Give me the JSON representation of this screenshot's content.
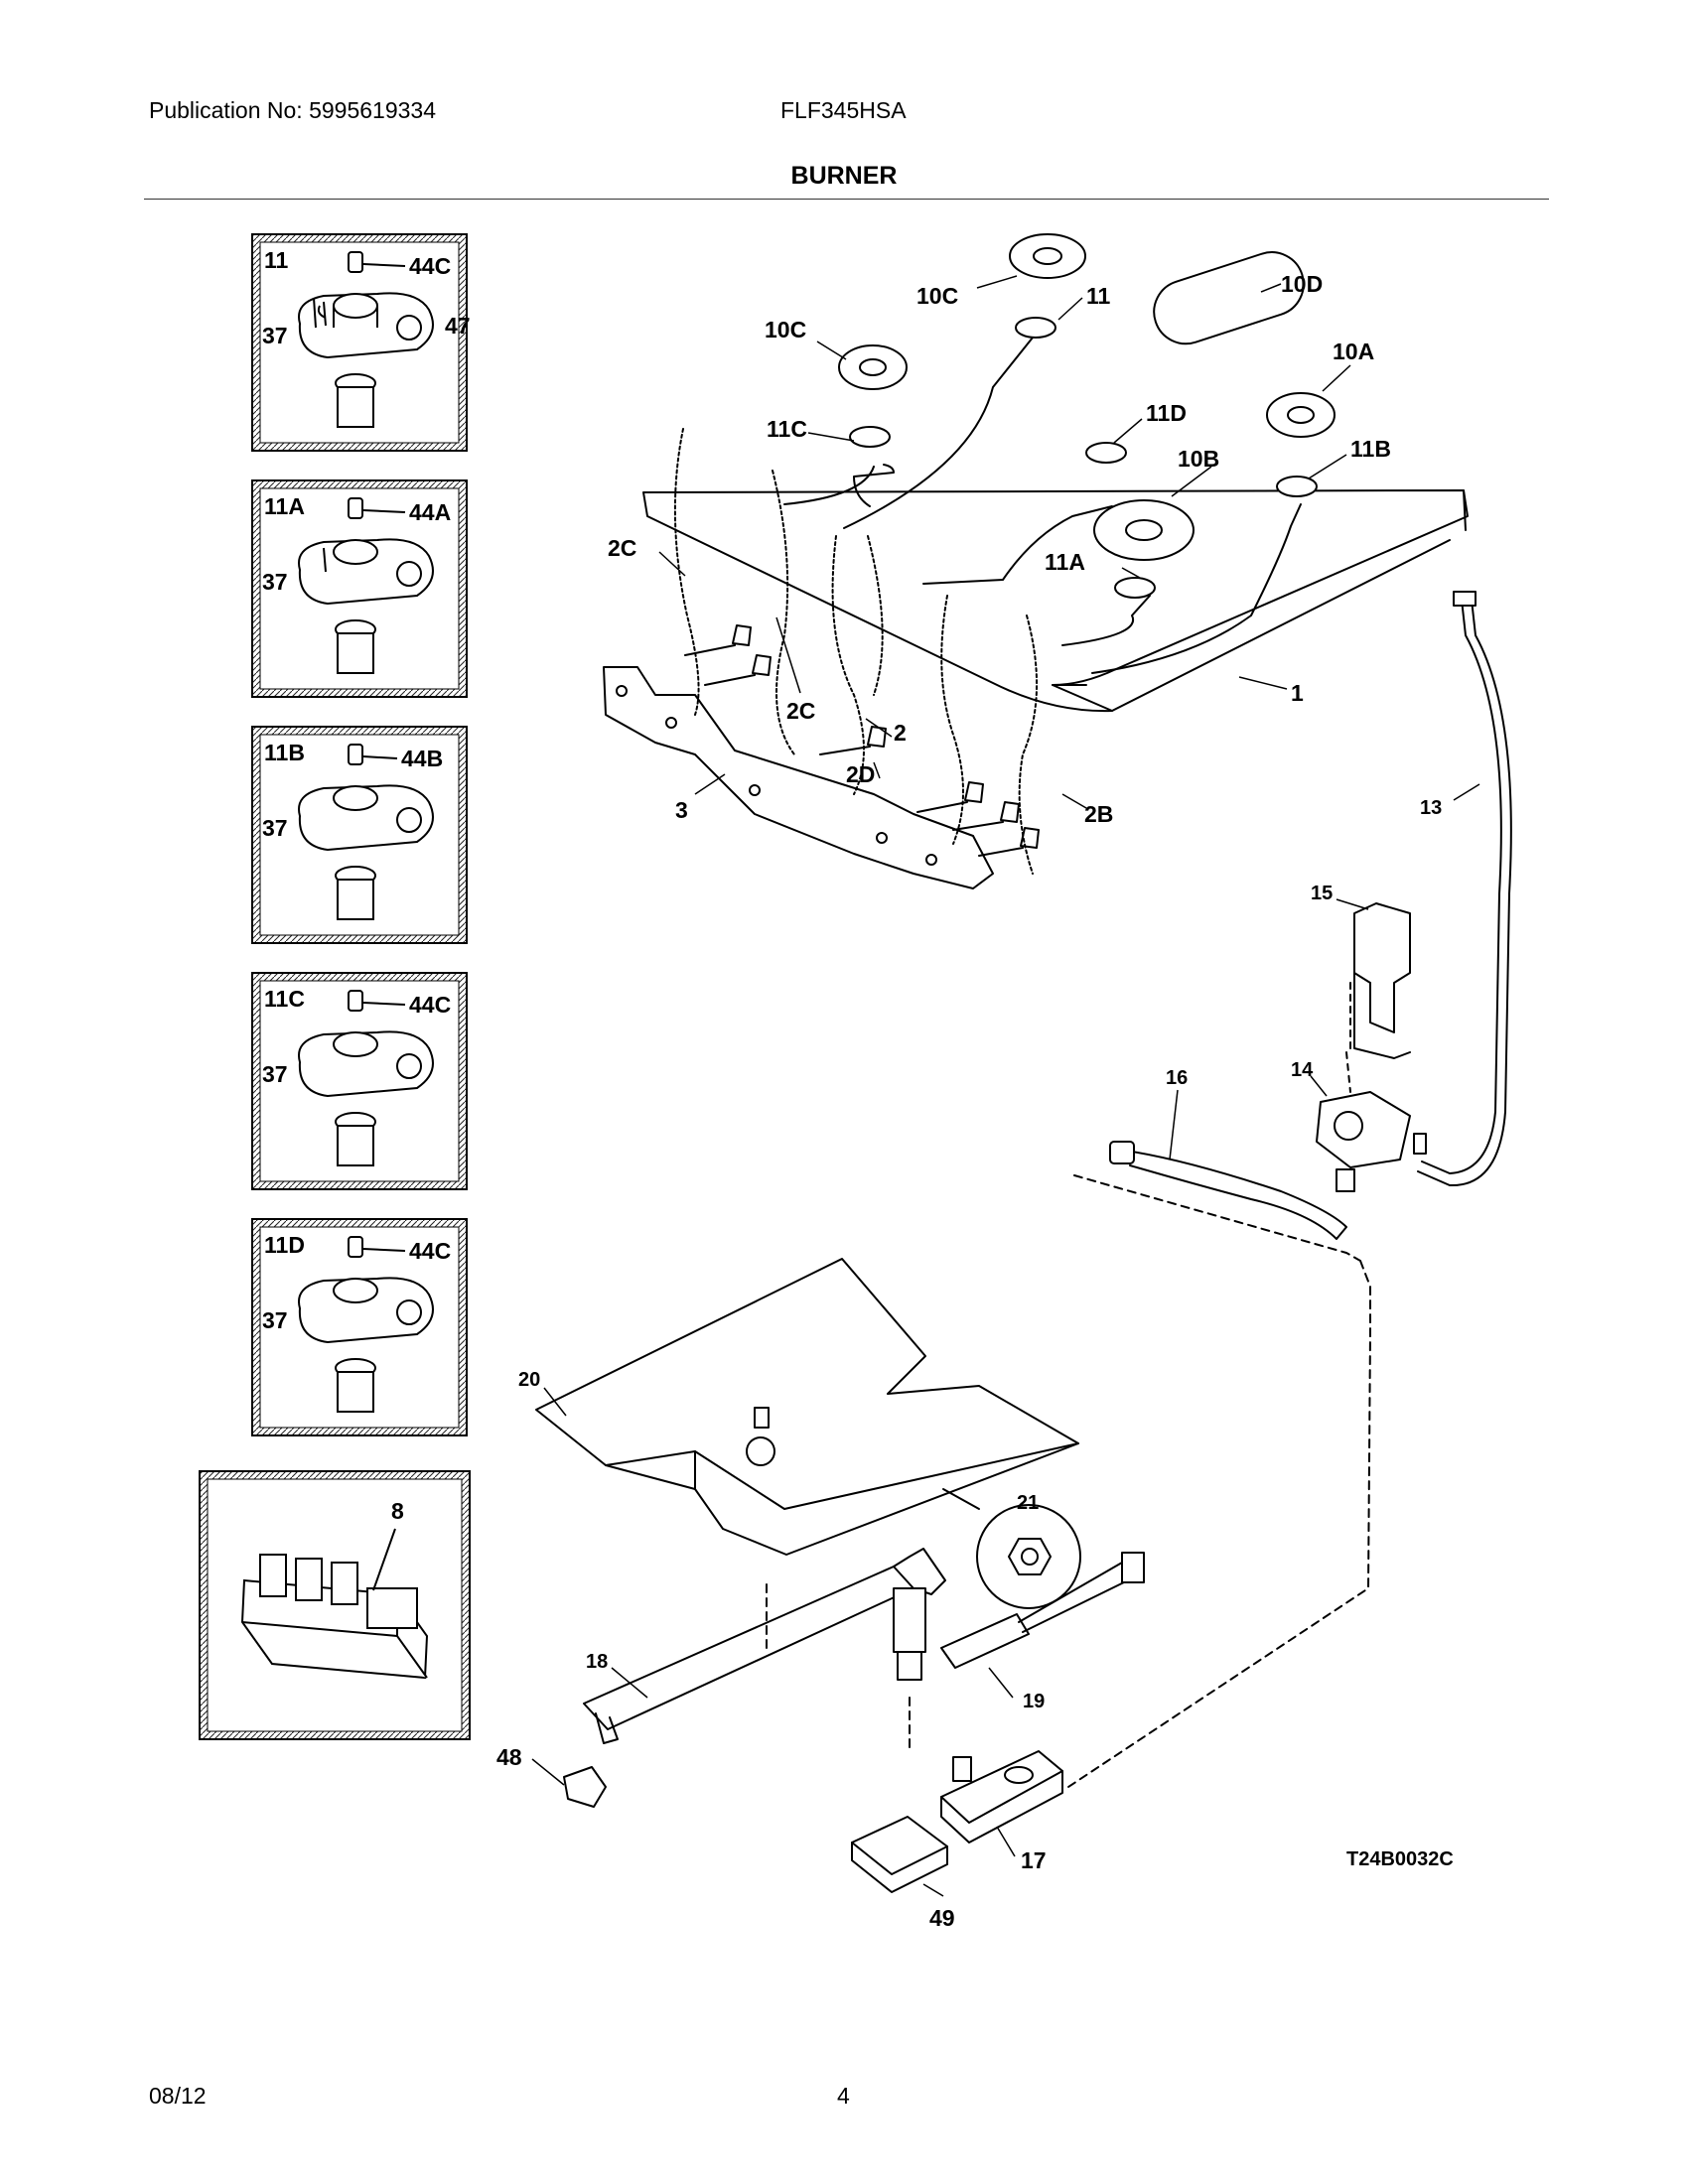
{
  "header": {
    "publication": "Publication No: 5995619334",
    "model": "FLF345HSA",
    "section_title": "BURNER"
  },
  "footer": {
    "date": "08/12",
    "page": "4"
  },
  "art_code": "T24B0032C",
  "insets": [
    {
      "head": "11",
      "cap": "44C",
      "screw": "37",
      "extra": "47"
    },
    {
      "head": "11A",
      "cap": "44A",
      "screw": "37"
    },
    {
      "head": "11B",
      "cap": "44B",
      "screw": "37"
    },
    {
      "head": "11C",
      "cap": "44C",
      "screw": "37"
    },
    {
      "head": "11D",
      "cap": "44C",
      "screw": "37"
    }
  ],
  "ignitor_inset": {
    "label": "8"
  },
  "callouts": {
    "c10C_top": "10C",
    "c11_top": "11",
    "c10D": "10D",
    "c10C": "10C",
    "c10A": "10A",
    "c11D": "11D",
    "c11C": "11C",
    "c10B": "10B",
    "c11B": "11B",
    "c2C_left": "2C",
    "c11A": "11A",
    "c1": "1",
    "c2C_mid": "2C",
    "c2": "2",
    "c2D": "2D",
    "c3": "3",
    "c2B": "2B",
    "c13": "13",
    "c15": "15",
    "c14": "14",
    "c16": "16",
    "c20": "20",
    "c21": "21",
    "c18": "18",
    "c19": "19",
    "c48": "48",
    "c17": "17",
    "c49": "49"
  }
}
